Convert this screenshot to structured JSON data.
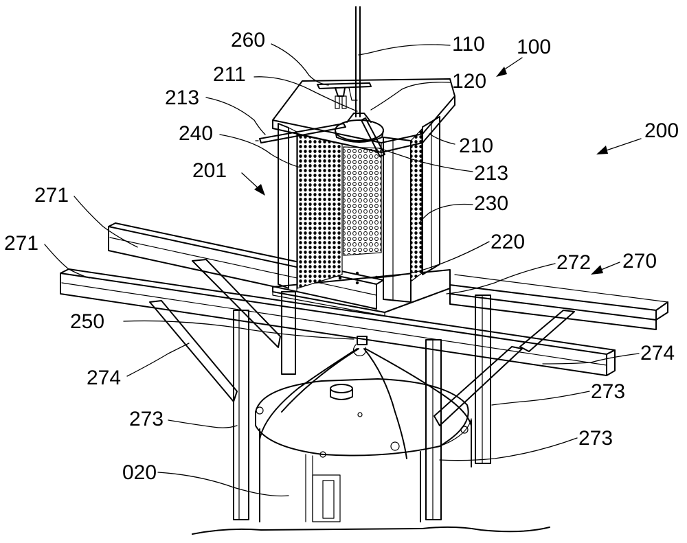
{
  "labels": {
    "l100": "100",
    "l110": "110",
    "l120": "120",
    "l200": "200",
    "l201": "201",
    "l210": "210",
    "l211": "211",
    "l213a": "213",
    "l213b": "213",
    "l220": "220",
    "l230": "230",
    "l240": "240",
    "l250": "250",
    "l260": "260",
    "l270": "270",
    "l271a": "271",
    "l271b": "271",
    "l272": "272",
    "l273a": "273",
    "l273b": "273",
    "l273c": "273",
    "l274a": "274",
    "l274b": "274",
    "l020": "020"
  }
}
